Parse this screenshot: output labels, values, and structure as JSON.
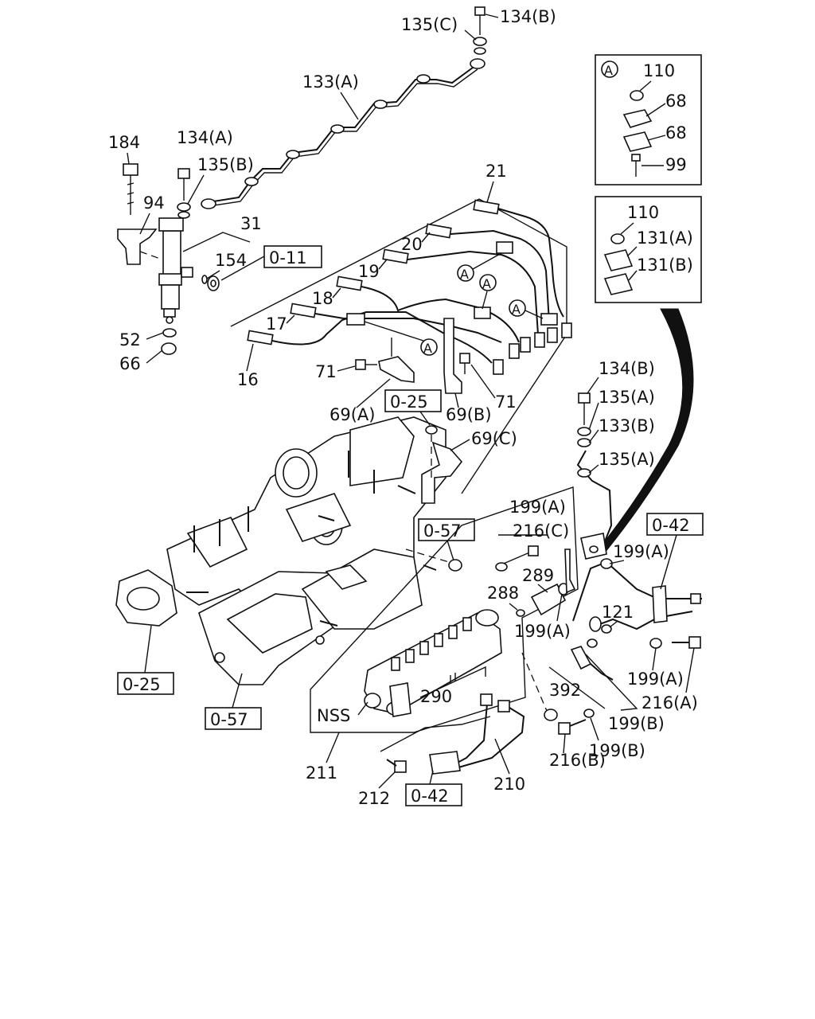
{
  "colors": {
    "ink": "#111111",
    "paper": "#ffffff"
  },
  "labels": {
    "p135c": "135(C)",
    "p134b_top": "134(B)",
    "p133a": "133(A)",
    "p184": "184",
    "p134a": "134(A)",
    "p135b": "135(B)",
    "p94": "94",
    "p31": "31",
    "p154": "154",
    "ref011": "0-11",
    "p52": "52",
    "p66": "66",
    "p21": "21",
    "p20": "20",
    "p19": "19",
    "p18": "18",
    "p17": "17",
    "p16": "16",
    "circA1": "A",
    "circA2": "A",
    "circA3": "A",
    "circA4": "A",
    "p71a": "71",
    "p71b": "71",
    "p69a": "69(A)",
    "p69b": "69(B)",
    "p69c": "69(C)",
    "ref025a": "0-25",
    "ref025b": "0-25",
    "ref057a": "0-57",
    "ref057b": "0-57",
    "ref042a": "0-42",
    "ref042b": "0-42",
    "inset1_circle": "A",
    "inset1_110": "110",
    "inset1_68a": "68",
    "inset1_68b": "68",
    "inset1_99": "99",
    "inset2_110": "110",
    "inset2_131a": "131(A)",
    "inset2_131b": "131(B)",
    "p134b_r": "134(B)",
    "p135a_r": "135(A)",
    "p133b": "133(B)",
    "p135a_r2": "135(A)",
    "p199a_1": "199(A)",
    "p216c": "216(C)",
    "p289": "289",
    "p288": "288",
    "p199a_2": "199(A)",
    "p199a_3": "199(A)",
    "p121": "121",
    "p199a_4": "199(A)",
    "p216a": "216(A)",
    "p392": "392",
    "p199b_1": "199(B)",
    "p216b": "216(B)",
    "p199b_2": "199(B)",
    "p290": "290",
    "nss": "NSS",
    "p211": "211",
    "p212": "212",
    "p210": "210"
  }
}
